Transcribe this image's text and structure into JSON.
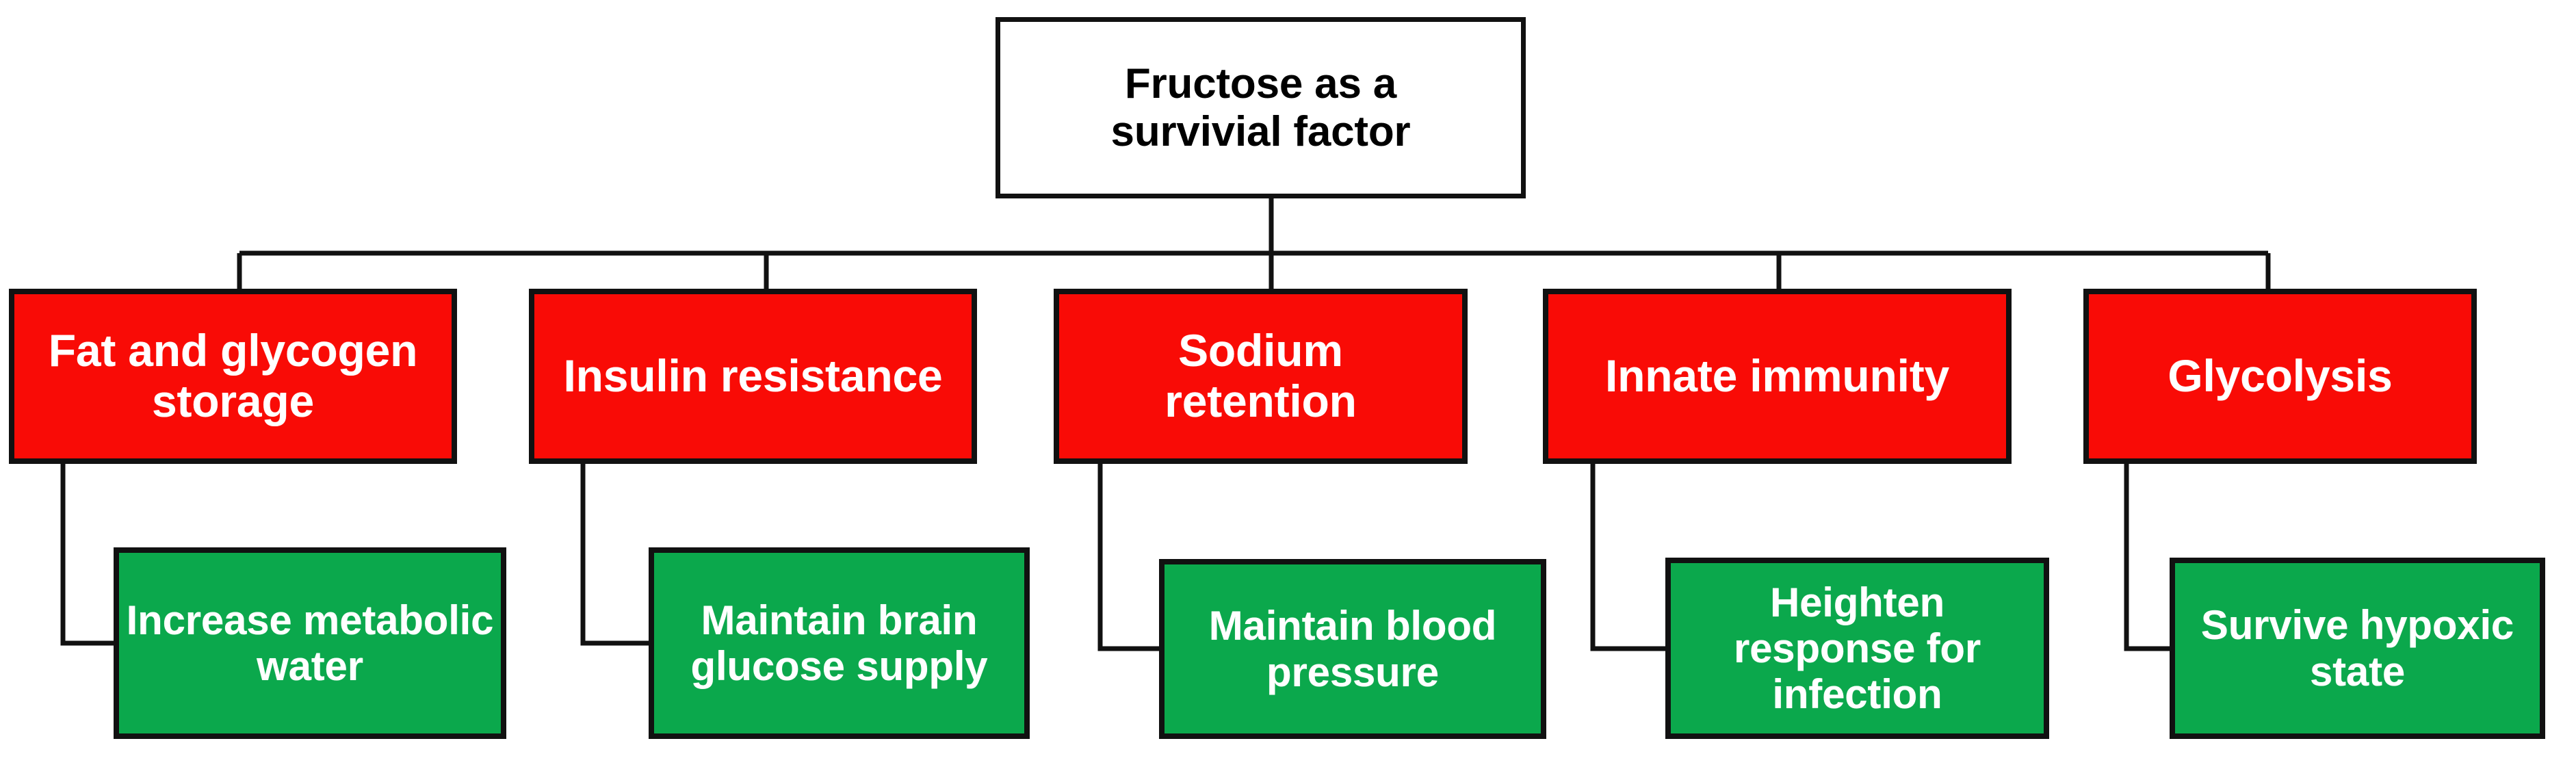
{
  "diagram": {
    "type": "hierarchy-tree",
    "title": "Fructose as a survivial factor",
    "orientation": "top-down",
    "levels": 3,
    "colors": {
      "root_fill": "#ffffff",
      "root_text": "#000000",
      "level1_fill": "#f90b06",
      "level1_text": "#ffffff",
      "level2_fill": "#0ba84c",
      "level2_text": "#ffffff",
      "border": "#111111",
      "connector": "#111111",
      "background": "#ffffff"
    }
  },
  "root": {
    "label": "Fructose as a\nsurvivial factor",
    "line1": "Fructose as a",
    "line2": "survivial factor"
  },
  "branches": [
    {
      "id": "fat-and-glycogen-storage",
      "label": "Fat and glycogen\nstorage",
      "outcome": {
        "id": "increase-metabolic-water",
        "label": "Increase metabolic\nwater"
      }
    },
    {
      "id": "insulin-resistance",
      "label": "Insulin resistance",
      "outcome": {
        "id": "maintain-brain-glucose-supply",
        "label": "Maintain brain\nglucose supply"
      }
    },
    {
      "id": "sodium-retention",
      "label": "Sodium\nretention",
      "outcome": {
        "id": "maintain-blood-pressure",
        "label": "Maintain blood\npressure"
      }
    },
    {
      "id": "innate-immunity",
      "label": "Innate immunity",
      "outcome": {
        "id": "heighten-response-for-infection",
        "label": "Heighten\nresponse for\ninfection"
      }
    },
    {
      "id": "glycolysis",
      "label": "Glycolysis",
      "outcome": {
        "id": "survive-hypoxic-state",
        "label": "Survive hypoxic\nstate"
      }
    }
  ]
}
